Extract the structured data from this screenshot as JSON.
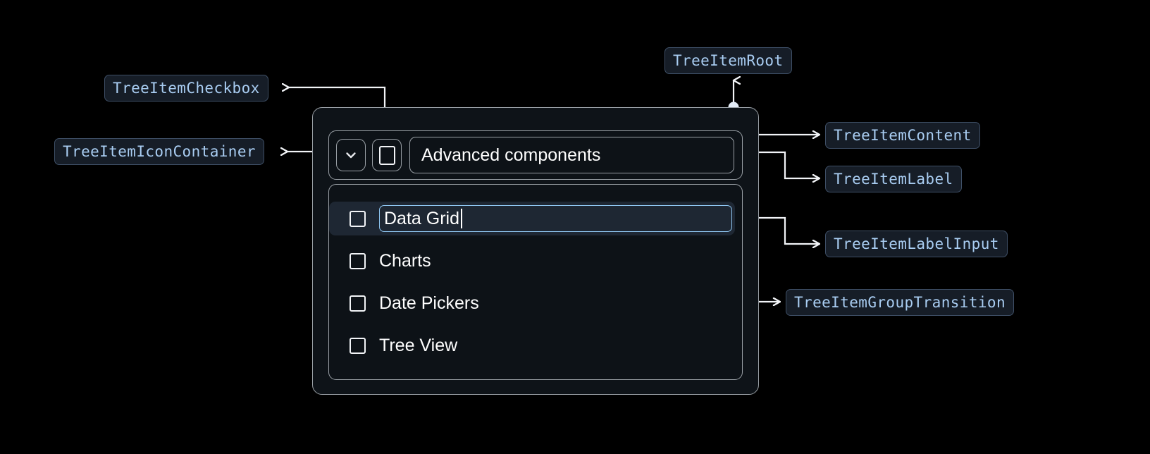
{
  "annotations": [
    {
      "id": "checkbox",
      "text": "TreeItemCheckbox"
    },
    {
      "id": "icon",
      "text": "TreeItemIconContainer"
    },
    {
      "id": "root",
      "text": "TreeItemRoot"
    },
    {
      "id": "content",
      "text": "TreeItemContent"
    },
    {
      "id": "label",
      "text": "TreeItemLabel"
    },
    {
      "id": "labelinput",
      "text": "TreeItemLabelInput"
    },
    {
      "id": "transition",
      "text": "TreeItemGroupTransition"
    }
  ],
  "tree": {
    "header": {
      "expand_icon": "chevron-down-icon",
      "checkbox_icon": "checkbox-unchecked-icon",
      "label": "Advanced components"
    },
    "items": [
      {
        "label": "Data Grid",
        "editing": true,
        "checked": false
      },
      {
        "label": "Charts",
        "editing": false,
        "checked": false
      },
      {
        "label": "Date Pickers",
        "editing": false,
        "checked": false
      },
      {
        "label": "Tree View",
        "editing": false,
        "checked": false
      }
    ]
  },
  "colors": {
    "background": "#000000",
    "annotation_text": "#a9cdf2",
    "annotation_bg": "#161d27",
    "annotation_border": "#3e4f66",
    "container_border": "#9aa0a6",
    "selected_row_bg": "#1e2733",
    "input_border": "#8ec5f0",
    "wire": "#f2f4f7"
  }
}
